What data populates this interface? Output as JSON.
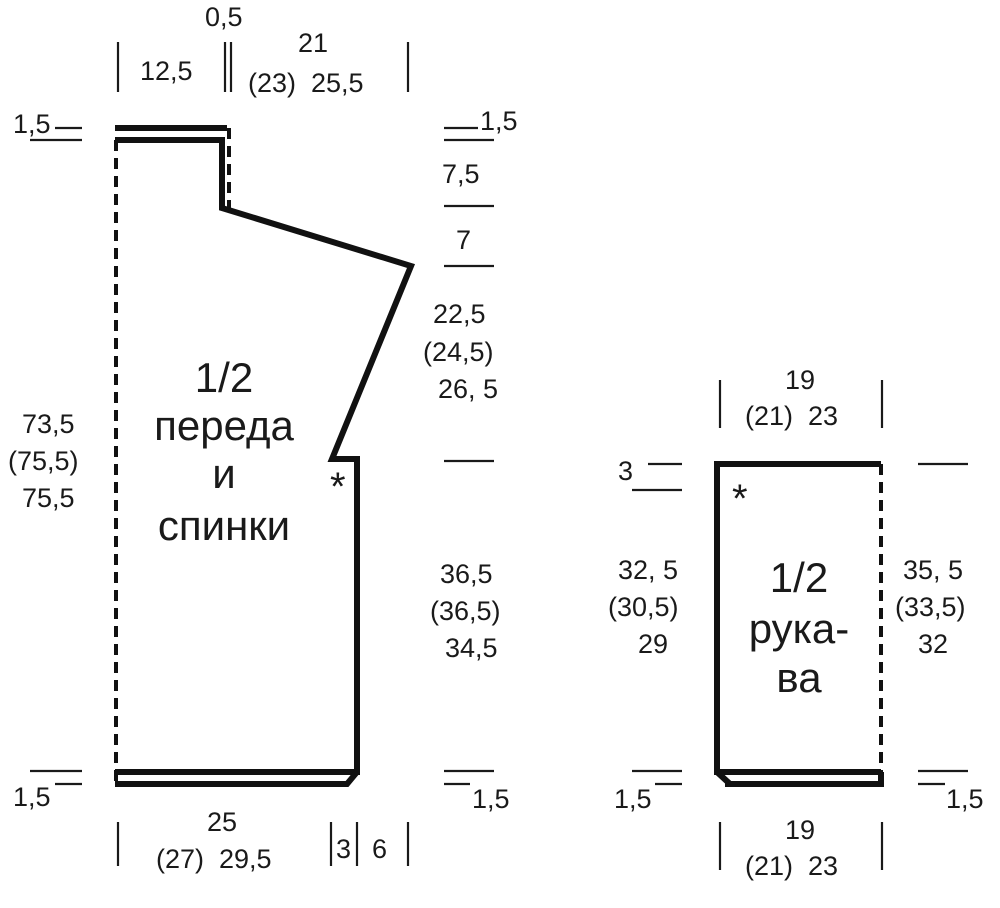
{
  "colors": {
    "ink": "#111111",
    "background": "#ffffff"
  },
  "body": {
    "title": [
      "1/2",
      "переда",
      "и",
      "спинки"
    ],
    "top": {
      "shoulder": "12,5",
      "gap": "0,5",
      "neck_top": "21",
      "neck_bottom": "(23)  25,5"
    },
    "left": {
      "top": "1,5",
      "bottom": "1,5",
      "height": [
        "73,5",
        "(75,5)",
        "75,5"
      ]
    },
    "right": {
      "top": "1,5",
      "shoulder": "7,5",
      "slope": "7",
      "armhole": [
        "22,5",
        "(24,5)",
        "26, 5"
      ],
      "side": [
        "36,5",
        "(36,5)",
        "34,5"
      ],
      "bottom": "1,5"
    },
    "bottom": {
      "width_top": "25",
      "width_bottom": "(27)  29,5",
      "small": "3",
      "ext": "6"
    },
    "marker": "*"
  },
  "sleeve": {
    "title": [
      "1/2",
      "рука-",
      "ва"
    ],
    "top": {
      "line1": "19",
      "line2": "(21)  23"
    },
    "left": {
      "top": "3",
      "height": [
        "32, 5",
        "(30,5)",
        "29"
      ],
      "bottom": "1,5"
    },
    "right": {
      "height": [
        "35, 5",
        "(33,5)",
        "32"
      ],
      "bottom": "1,5"
    },
    "bottom": {
      "line1": "19",
      "line2": "(21)  23"
    },
    "marker": "*"
  }
}
